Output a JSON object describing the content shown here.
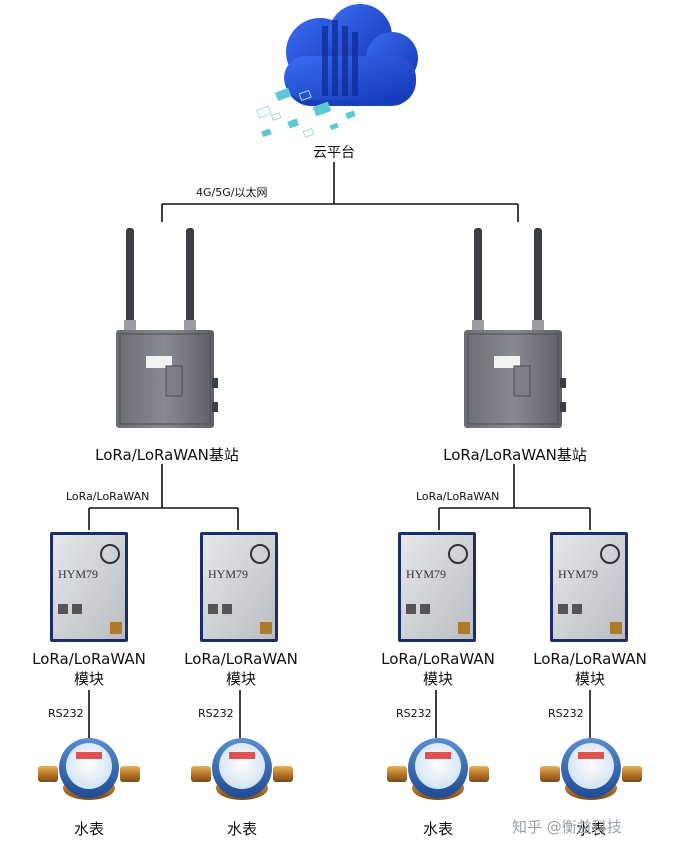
{
  "cloud": {
    "label": "云平台",
    "icon": "cloud-icon"
  },
  "uplink_label": "4G/5G/以太网",
  "gateways": [
    {
      "label": "LoRa/LoRaWAN基站",
      "link_label": "LoRa/LoRaWAN"
    },
    {
      "label": "LoRa/LoRaWAN基站",
      "link_label": "LoRa/LoRaWAN"
    }
  ],
  "module": {
    "chip_text": "HYM79",
    "label_line1": "LoRa/LoRaWAN",
    "label_line2": "模块"
  },
  "serial_label": "RS232",
  "meter_label": "水表",
  "watermark": "知乎 @衡益科技",
  "colors": {
    "cloud_blue": "#1f4fd6",
    "accent_cyan": "#5cc9d6",
    "gateway_gray": "#6f7378",
    "pcb_blue": "#1b2d6b"
  }
}
